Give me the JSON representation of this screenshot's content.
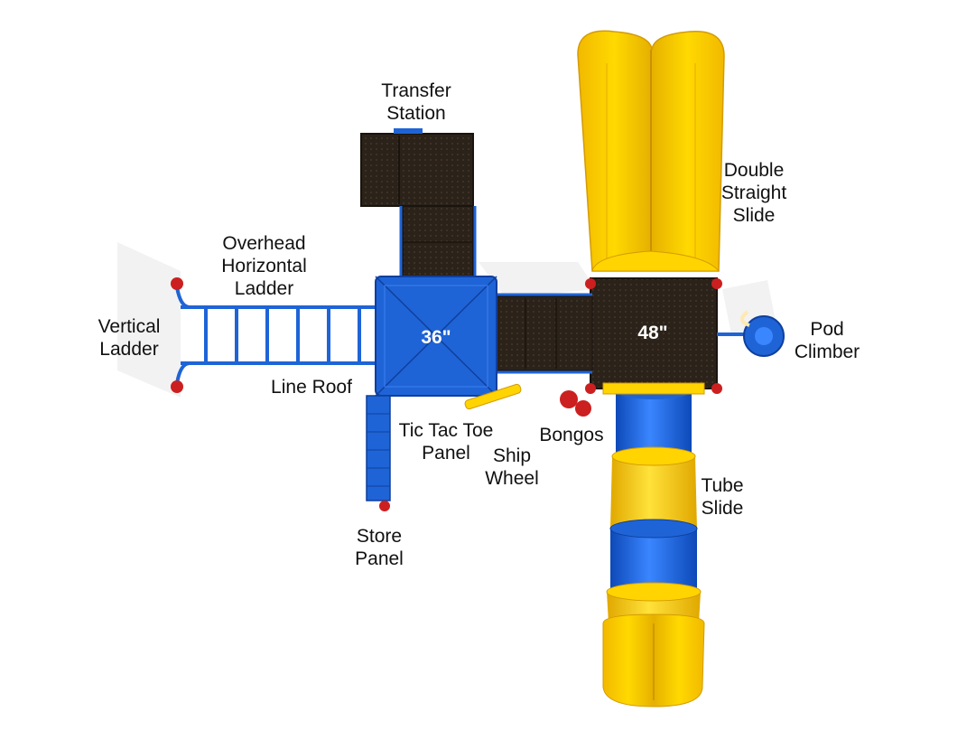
{
  "labels": {
    "transfer_station": [
      "Transfer",
      "Station"
    ],
    "double_straight_slide": [
      "Double",
      "Straight",
      "Slide"
    ],
    "overhead_horizontal_ladder": [
      "Overhead",
      "Horizontal",
      "Ladder"
    ],
    "vertical_ladder": [
      "Vertical",
      "Ladder"
    ],
    "line_roof": "Line Roof",
    "tic_tac_toe_panel": [
      "Tic Tac Toe",
      "Panel"
    ],
    "ship_wheel": [
      "Ship",
      "Wheel"
    ],
    "bongos": "Bongos",
    "pod_climber": [
      "Pod",
      "Climber"
    ],
    "tube_slide": [
      "Tube",
      "Slide"
    ],
    "store_panel": [
      "Store",
      "Panel"
    ]
  },
  "decks": {
    "left_height": "36\"",
    "right_height": "48\""
  },
  "colors": {
    "blue": "#1f64d6",
    "blue_dark": "#0f3f9e",
    "yellow": "#ffd400",
    "yellow_dark": "#e0a800",
    "deck_brown": "#2b2219",
    "red": "#cc1f1f"
  }
}
